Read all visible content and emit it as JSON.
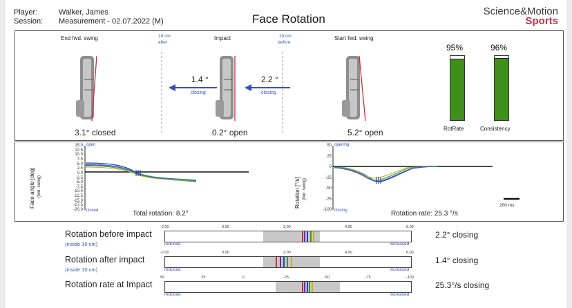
{
  "header": {
    "player_label": "Player:",
    "player_value": "Walker, James",
    "session_label": "Session:",
    "session_value": "Measurement - 02.07.2022 (M)",
    "title": "Face Rotation",
    "logo_line1": "Science&Motion",
    "logo_line2": "Sports"
  },
  "top_panel": {
    "end_label": "End fwd. swing",
    "impact_label": "Impact",
    "start_label": "Start fwd. swing",
    "after_label_1": "10 cm",
    "after_label_2": "after",
    "before_label_1": "10 cm",
    "before_label_2": "before",
    "left_arrow_value": "1.4 °",
    "left_arrow_sub": "closing",
    "right_arrow_value": "2.2 °",
    "right_arrow_sub": "closing",
    "end_caption": "3.1° closed",
    "impact_caption": "0.2° open",
    "start_caption": "5.2° open",
    "rotrate_pct": "95%",
    "consistency_pct": "96%",
    "rotrate_label": "RotRate",
    "consistency_label": "Consistency",
    "rotrate_fill": 0.95,
    "consistency_fill": 0.96,
    "bar_color": "#3f8f1c"
  },
  "mid_panel": {
    "left_ylabel": "Face angle [deg]",
    "left_ysub": "(fwd. swing)",
    "left_open": "open",
    "left_closed": "closed",
    "left_ticks": [
      "15.0",
      "12.5",
      "10.0",
      "7.5",
      "5.0",
      "2.5",
      "0.0",
      "-2.5",
      "-5.0",
      "-7.5",
      "-10.0",
      "-12.5",
      "-15.0",
      "-17.5",
      "-20.0"
    ],
    "left_caption": "Total rotation: 8.2°",
    "right_ylabel": "Rotation [°/s]",
    "right_ysub": "(fwd. swing)",
    "right_open": "opening",
    "right_closed": "closing",
    "right_ticks": [
      "50",
      "25",
      "0",
      "-25",
      "-50",
      "-75",
      "-100"
    ],
    "right_caption": "Rotation rate: 25.3 °/s",
    "scale_label": "200 ms"
  },
  "rows": [
    {
      "title": "Rotation before impact",
      "sub": "(inside 10 cm)",
      "value": "2.2° closing",
      "ticks": [
        "-2.00",
        "0.00",
        "2.00",
        "4.00",
        "6.00"
      ],
      "left_end": "reduced",
      "right_end": "increased"
    },
    {
      "title": "Rotation after impact",
      "sub": "(inside 10 cm)",
      "value": "1.4° closing",
      "ticks": [
        "-2.00",
        "0.00",
        "2.00",
        "4.00",
        "6.00"
      ],
      "left_end": "reduced",
      "right_end": "increased"
    },
    {
      "title": "Rotation rate at Impact",
      "sub": "",
      "value": "25.3°/s closing",
      "ticks": [
        "50",
        "25",
        "0",
        "-25",
        "-50",
        "-75",
        "-100"
      ],
      "left_end": "reduced",
      "right_end": "increased"
    }
  ],
  "colors": {
    "accent_blue": "#3a4fb8",
    "red_line": "#d0293a",
    "logo_red": "#c8324a"
  }
}
